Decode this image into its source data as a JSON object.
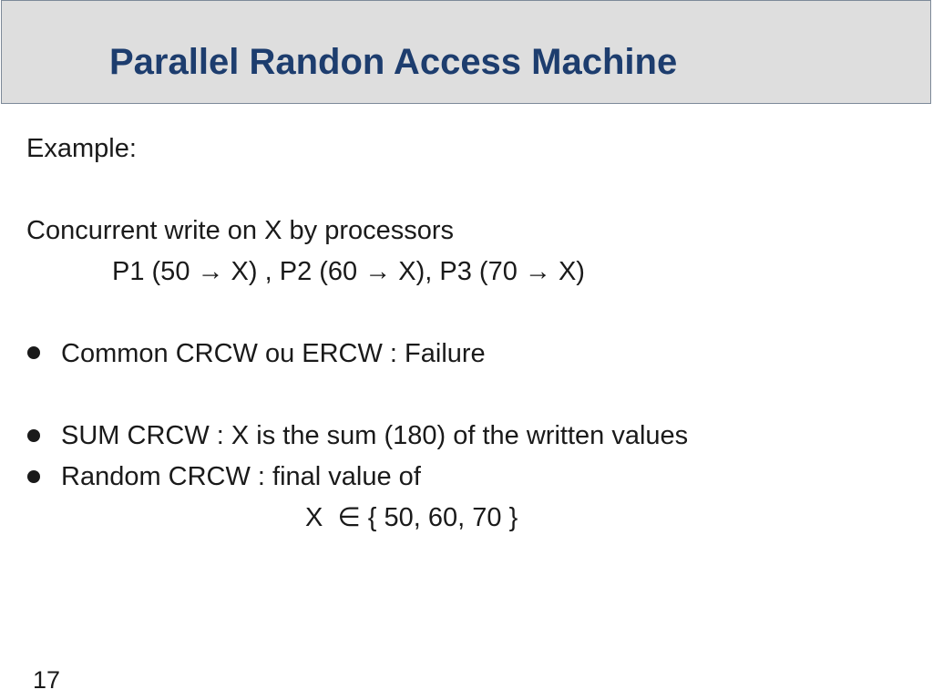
{
  "slide": {
    "title": "Parallel Randon Access Machine",
    "number": "17"
  },
  "content": {
    "example_label": "Example:",
    "intro": "Concurrent write on X by processors",
    "processors": "P1 (50 → X) , P2 (60 → X), P3 (70 → X)",
    "bullets": [
      "Common CRCW ou ERCW : Failure",
      "SUM CRCW : X is the sum (180) of the written values",
      "Random CRCW : final value of"
    ],
    "random_set": "X  ∈ { 50, 60, 70 }"
  }
}
